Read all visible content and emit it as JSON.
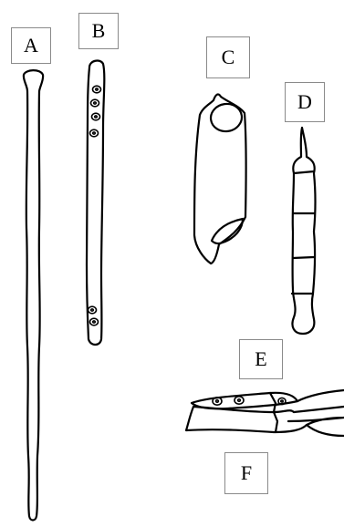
{
  "figure": {
    "labels": {
      "a": "A",
      "b": "B",
      "c": "C",
      "d": "D",
      "e": "E",
      "f": "F"
    },
    "colors": {
      "stroke": "#000000",
      "background": "#ffffff",
      "label_border": "#8a8a8a"
    }
  }
}
